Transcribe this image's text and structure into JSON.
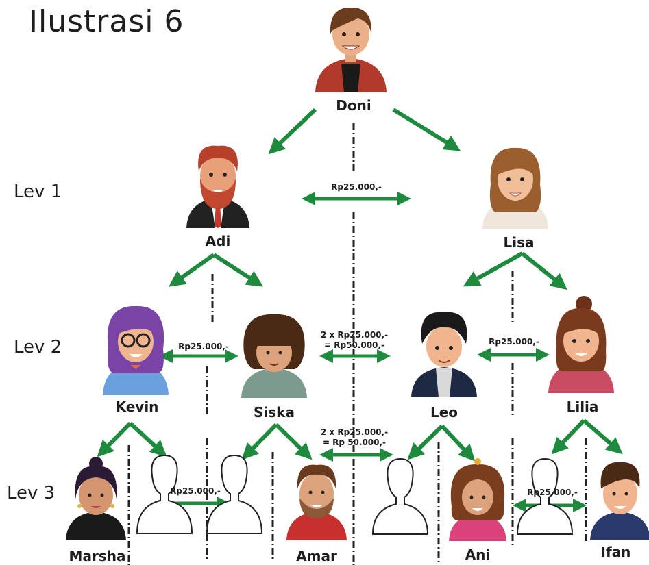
{
  "title": "Ilustrasi 6",
  "levels": [
    "Lev 1",
    "Lev 2",
    "Lev 3"
  ],
  "people": {
    "doni": "Doni",
    "adi": "Adi",
    "lisa": "Lisa",
    "kevin": "Kevin",
    "siska": "Siska",
    "leo": "Leo",
    "lilia": "Lilia",
    "marsha": "Marsha",
    "amar": "Amar",
    "ani": "Ani",
    "ifan": "Ifan"
  },
  "prices": {
    "lev1": "Rp25.000,-",
    "lev2_left": "Rp25.000,-",
    "lev2_mid_1": "2 x Rp25.000,-",
    "lev2_mid_2": "= Rp50.000,-",
    "lev2_right": "Rp25.000,-",
    "lev3_mid_1": "2 x Rp25.000,-",
    "lev3_mid_2": "= Rp 50.000,-",
    "lev3_left": "Rp25.000,-",
    "lev3_right": "Rp25.000,-"
  },
  "colors": {
    "arrow": "#1e8a3e",
    "dash": "#222222",
    "ink": "#1d1d1b"
  }
}
